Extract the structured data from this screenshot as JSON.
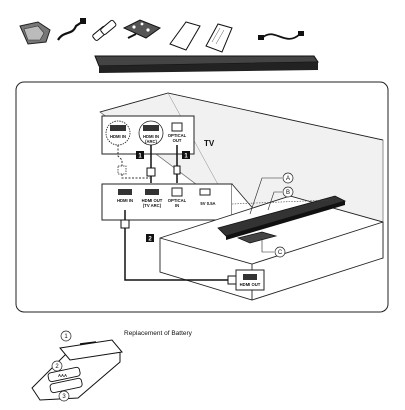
{
  "tv_label": "TV",
  "tv_ports": {
    "hdmi_in": "HDMI IN",
    "hdmi_in_arc_1": "HDMI IN",
    "hdmi_in_arc_2": "(ARC)",
    "optical_out_1": "OPTICAL",
    "optical_out_2": "OUT"
  },
  "bar_ports": {
    "hdmi_in": "HDMI IN",
    "hdmi_out_1": "HDMI OUT",
    "hdmi_out_2": "(TV ARC)",
    "optical_in_1": "OPTICAL",
    "optical_in_2": "IN",
    "usb": "5V 0.5A"
  },
  "source_port": "HDMI OUT",
  "step_badges": [
    "1",
    "1",
    "2"
  ],
  "callouts": [
    "A",
    "B",
    "C"
  ],
  "battery_caption": "Replacement of Battery",
  "battery_steps": [
    "1",
    "2",
    "3"
  ],
  "battery_size": "AAA"
}
